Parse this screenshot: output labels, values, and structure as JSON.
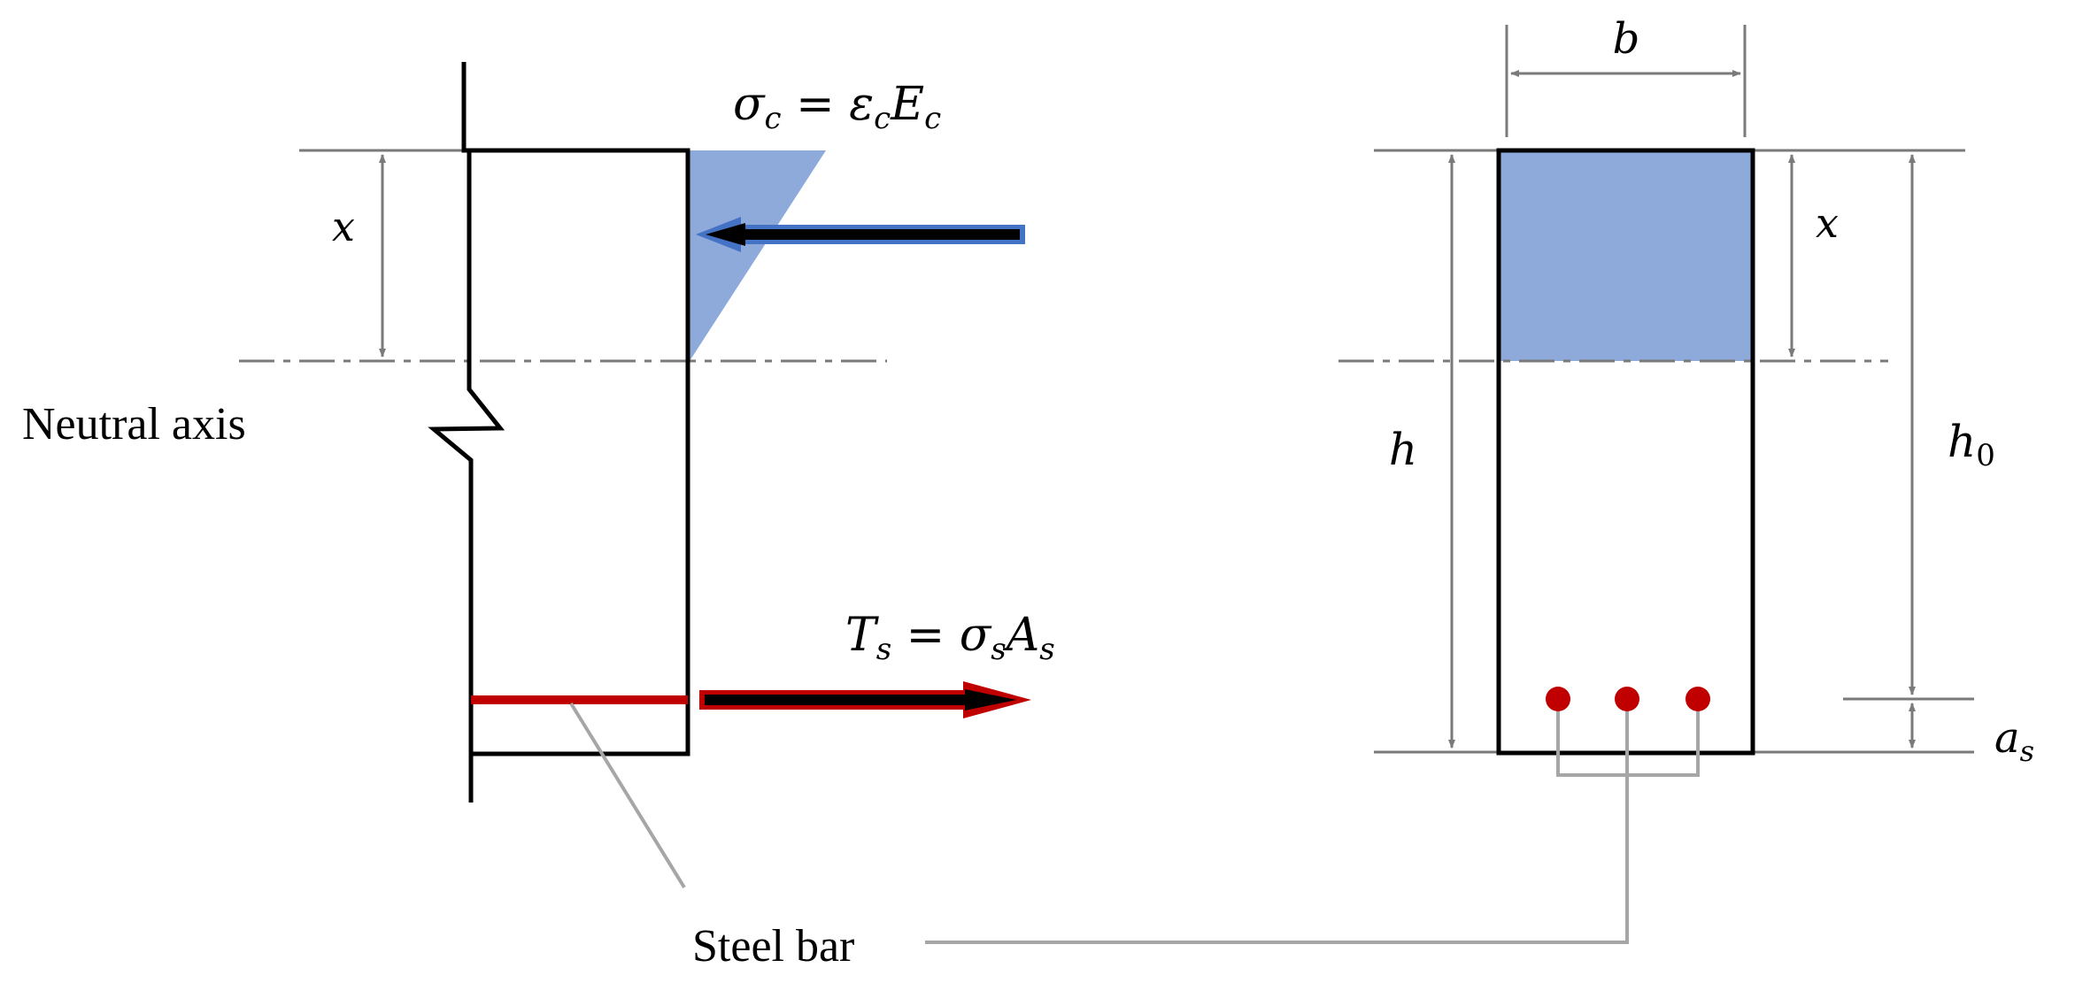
{
  "colors": {
    "outline": "#000000",
    "dimension_line": "#7a7a7a",
    "compression_fill": "#8eaadb",
    "compression_edge": "#4472c4",
    "steel": "#c00000",
    "leader": "#a6a6a6"
  },
  "labels": {
    "neutral_axis": "Neutral axis",
    "steel_bar": "Steel bar"
  },
  "elevation": {
    "depth": {
      "symbol": "x"
    },
    "stress": {
      "sigma": "σ",
      "sigma_sub": "c",
      "equals": " = ",
      "epsilon": "ε",
      "epsilon_sub": "c",
      "modulus": "E",
      "modulus_sub": "c"
    },
    "tension": {
      "force": "T",
      "force_sub": "s",
      "equals": " = ",
      "sigma": "σ",
      "sigma_sub": "s",
      "area": "A",
      "area_sub": "s"
    }
  },
  "cross_section": {
    "width": "b",
    "depth": "x",
    "height": "h",
    "effective_height": "h",
    "effective_height_sub": "0",
    "cover": "a",
    "cover_sub": "s",
    "bar_count": 3
  }
}
